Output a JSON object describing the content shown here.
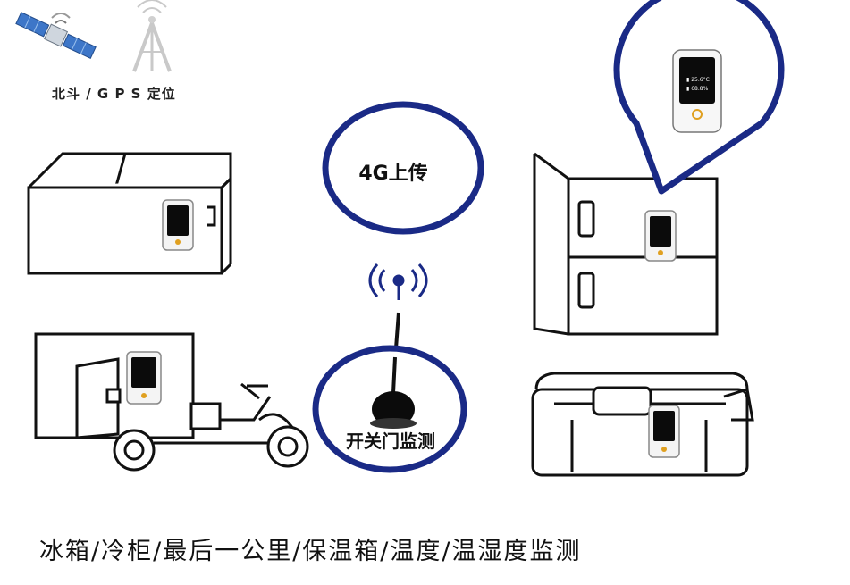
{
  "labels": {
    "gps": "北斗 / G P S 定位",
    "upload": "4G上传",
    "door_monitor": "开关门监测",
    "caption": "冰箱/冷柜/最后一公里/保温箱/温度/温湿度监测"
  },
  "device_readings": {
    "temperature": "25.6°C",
    "humidity": "68.8%"
  },
  "colors": {
    "accent_circle": "#1a2a86",
    "device_screen": "#0b0b0b",
    "line": "#111111"
  }
}
